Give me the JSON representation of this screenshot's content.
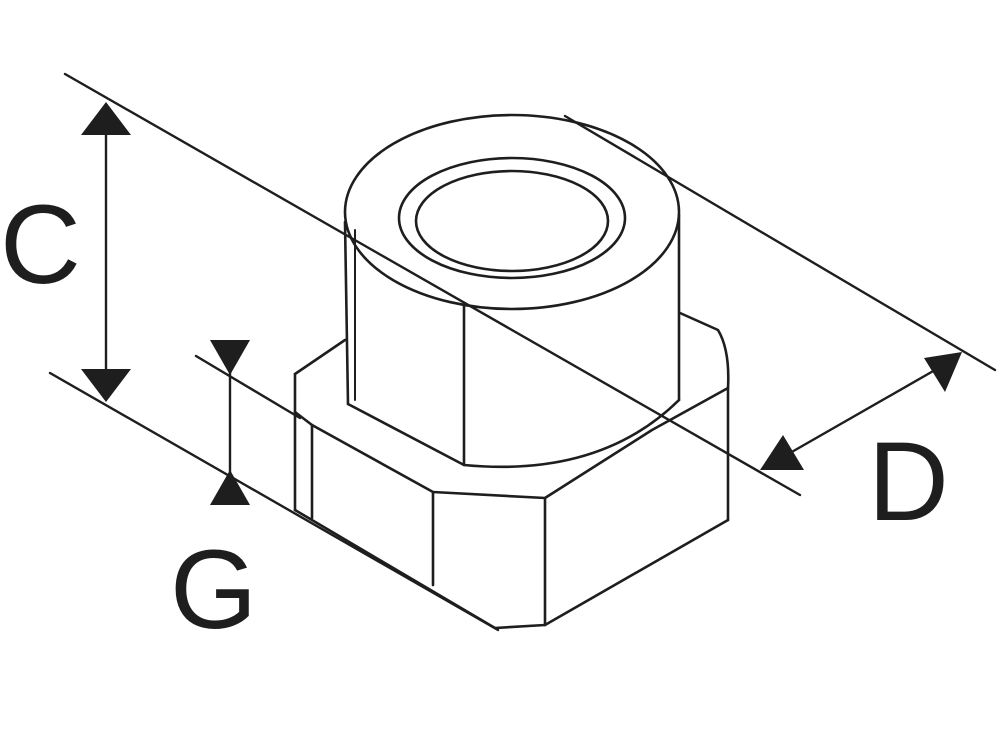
{
  "diagram": {
    "labels": {
      "c": "C",
      "d": "D",
      "g": "G"
    },
    "colors": {
      "line": "#1e1e1e",
      "background": "#ffffff"
    }
  }
}
